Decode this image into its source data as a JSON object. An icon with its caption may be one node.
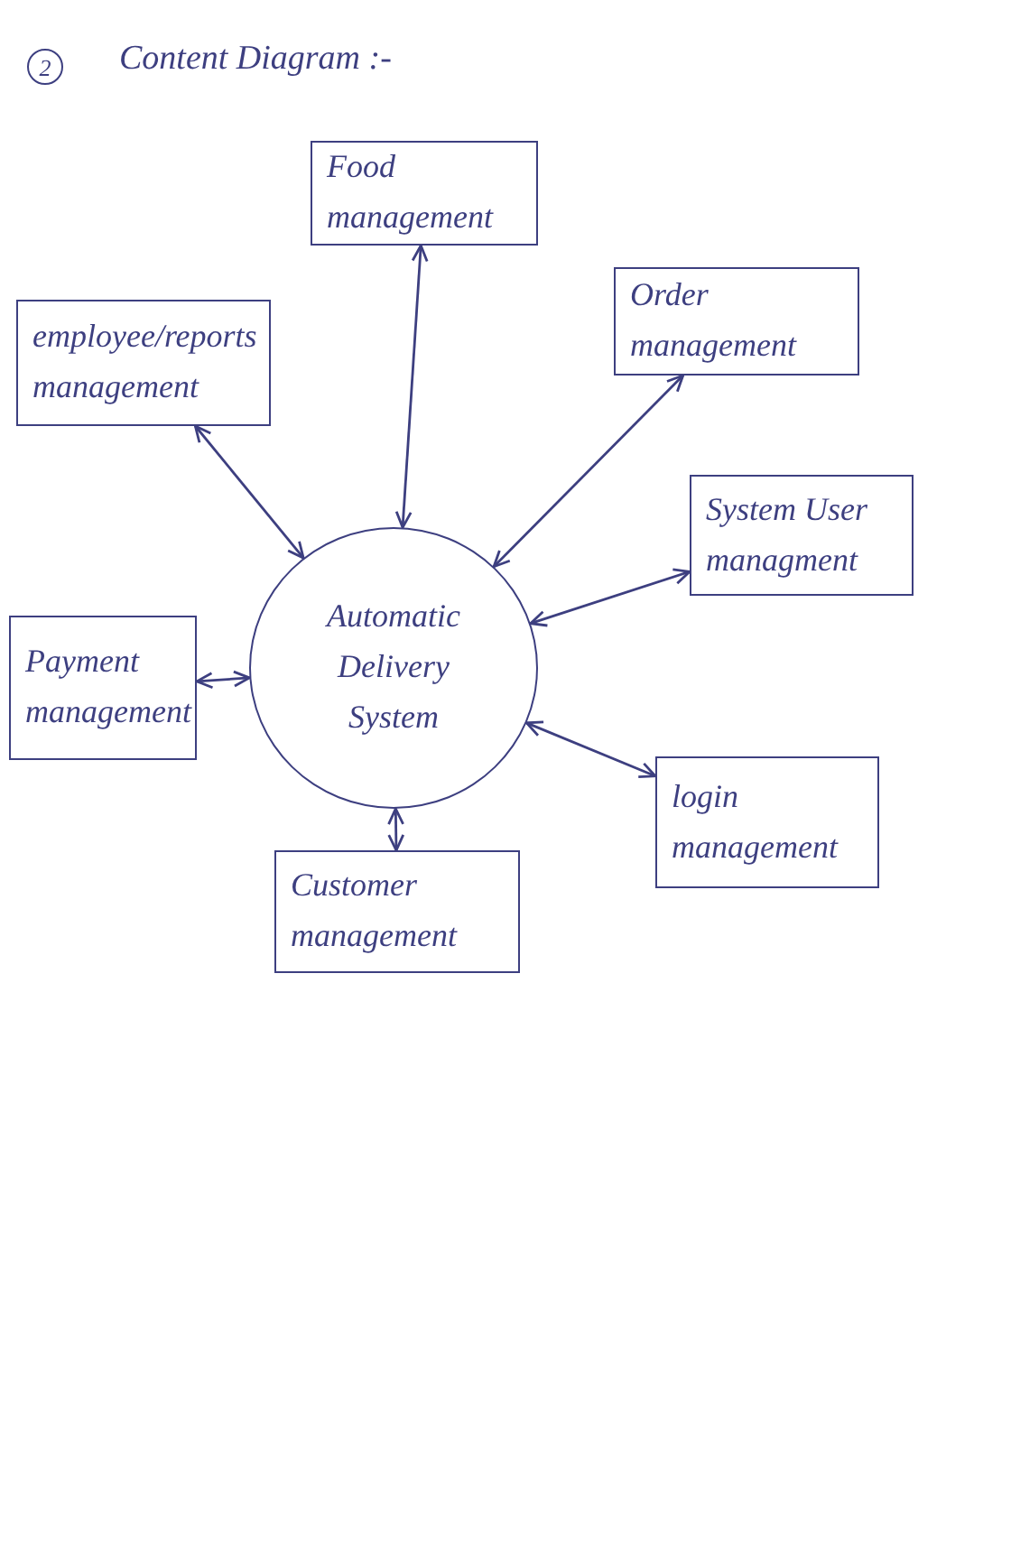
{
  "diagram": {
    "title": "Content Diagram :-",
    "nodes": [
      {
        "text": [
          "Food management"
        ]
      },
      {
        "text": [
          "Order management"
        ]
      },
      {
        "text": [
          "employee/reports management"
        ]
      },
      {
        "text": [
          "System User managment"
        ]
      },
      {
        "text": [
          "Automatic Delivery System"
        ]
      },
      {
        "text": [
          "Payment management"
        ]
      },
      {
        "text": [
          "login management"
        ]
      },
      {
        "text": [
          "Customer management"
        ]
      }
    ],
    "edges": [
      {
        "from": 4,
        "to": 0,
        "arrow": "both"
      },
      {
        "from": 4,
        "to": 1,
        "arrow": "both"
      },
      {
        "from": 4,
        "to": 2,
        "arrow": "both"
      },
      {
        "from": 4,
        "to": 3,
        "arrow": "both"
      },
      {
        "from": 4,
        "to": 5,
        "arrow": "both"
      },
      {
        "from": 4,
        "to": 6,
        "arrow": "both"
      },
      {
        "from": 4,
        "to": 7,
        "arrow": "both"
      }
    ],
    "labels": [
      "2"
    ]
  }
}
